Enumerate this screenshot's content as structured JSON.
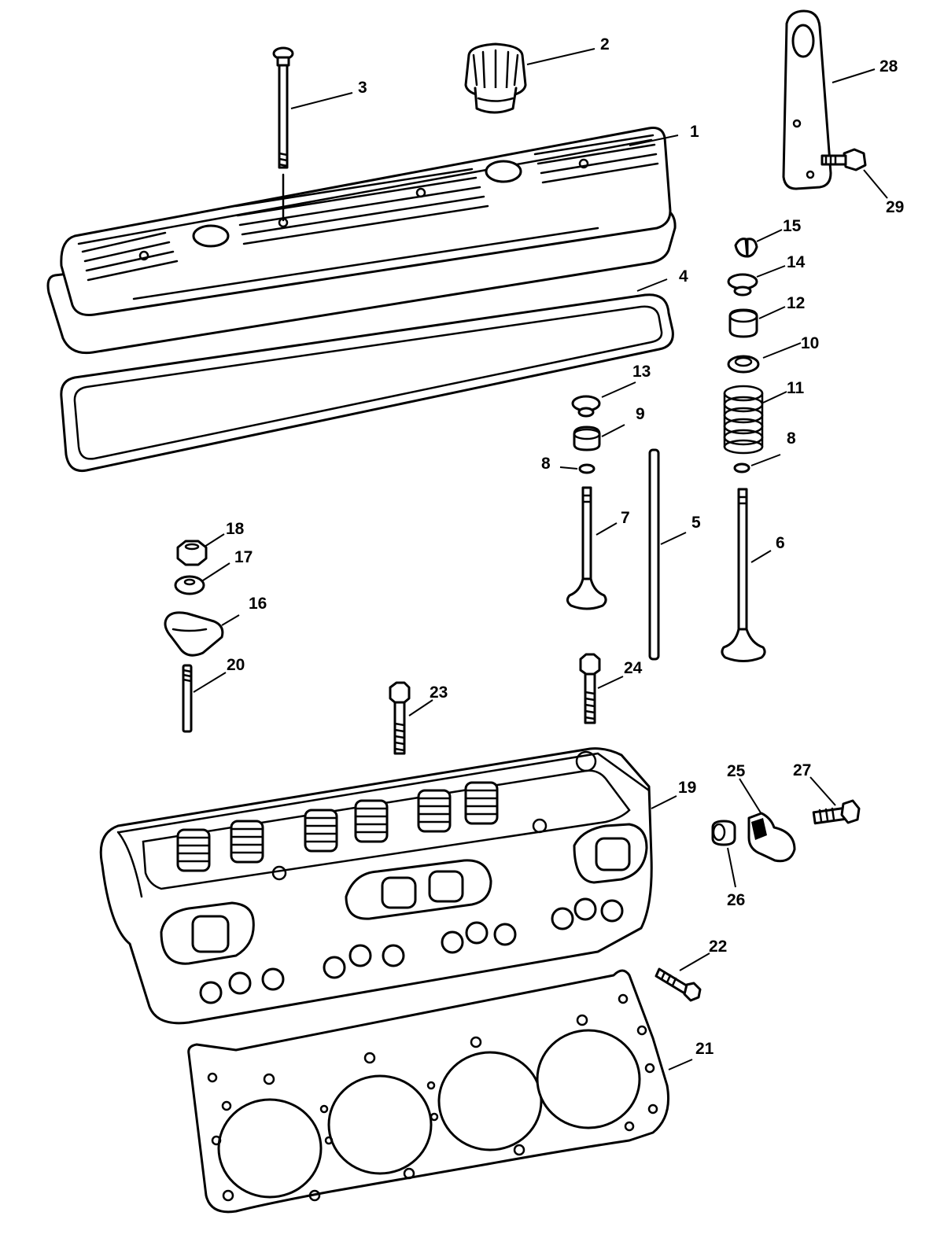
{
  "callouts": [
    {
      "id": "c1",
      "label": "1"
    },
    {
      "id": "c2",
      "label": "2"
    },
    {
      "id": "c3",
      "label": "3"
    },
    {
      "id": "c4",
      "label": "4"
    },
    {
      "id": "c5",
      "label": "5"
    },
    {
      "id": "c6",
      "label": "6"
    },
    {
      "id": "c7",
      "label": "7"
    },
    {
      "id": "c8a",
      "label": "8"
    },
    {
      "id": "c8b",
      "label": "8"
    },
    {
      "id": "c9",
      "label": "9"
    },
    {
      "id": "c10",
      "label": "10"
    },
    {
      "id": "c11",
      "label": "11"
    },
    {
      "id": "c12",
      "label": "12"
    },
    {
      "id": "c13",
      "label": "13"
    },
    {
      "id": "c14",
      "label": "14"
    },
    {
      "id": "c15",
      "label": "15"
    },
    {
      "id": "c16",
      "label": "16"
    },
    {
      "id": "c17",
      "label": "17"
    },
    {
      "id": "c18",
      "label": "18"
    },
    {
      "id": "c19",
      "label": "19"
    },
    {
      "id": "c20",
      "label": "20"
    },
    {
      "id": "c21",
      "label": "21"
    },
    {
      "id": "c22",
      "label": "22"
    },
    {
      "id": "c23",
      "label": "23"
    },
    {
      "id": "c24",
      "label": "24"
    },
    {
      "id": "c25",
      "label": "25"
    },
    {
      "id": "c26",
      "label": "26"
    },
    {
      "id": "c27",
      "label": "27"
    },
    {
      "id": "c28",
      "label": "28"
    },
    {
      "id": "c29",
      "label": "29"
    }
  ],
  "colors": {
    "line": "#000000",
    "background": "#ffffff"
  }
}
